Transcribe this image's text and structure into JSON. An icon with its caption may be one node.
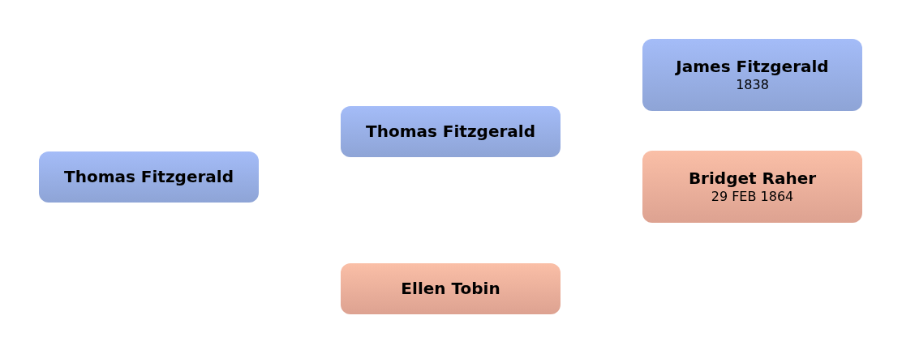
{
  "diagram": {
    "nodes": [
      {
        "text": [
          "Thomas Fitzgerald"
        ]
      },
      {
        "text": [
          "Thomas Fitzgerald"
        ]
      },
      {
        "text": [
          "Ellen Tobin"
        ]
      },
      {
        "text": [
          "James Fitzgerald",
          "1838"
        ]
      },
      {
        "text": [
          "Bridget Raher",
          "29 FEB 1864"
        ]
      }
    ]
  }
}
